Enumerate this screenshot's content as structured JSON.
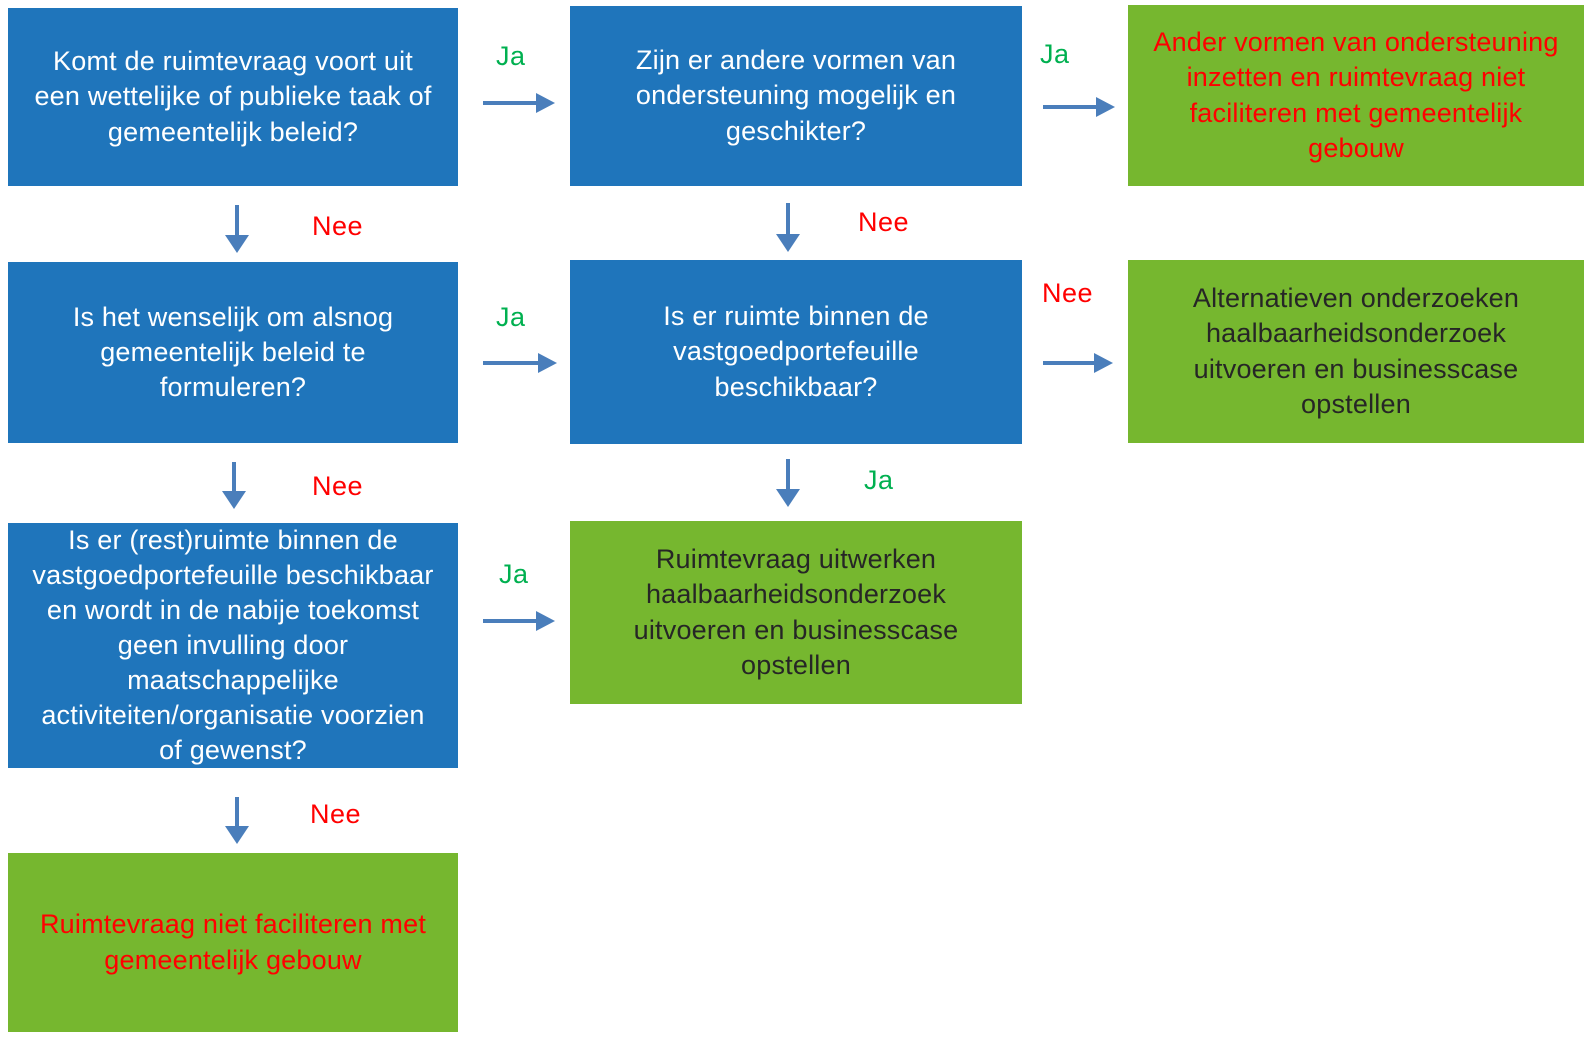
{
  "diagram": {
    "type": "flowchart",
    "language": "nl",
    "boxes": {
      "q1": {
        "text": "Komt de ruimtevraag voort uit een wettelijke of publieke taak of gemeentelijk beleid?",
        "kind": "question"
      },
      "q2": {
        "text": "Zijn er andere vormen van ondersteuning mogelijk en geschikter?",
        "kind": "question"
      },
      "r1": {
        "text": "Ander vormen van ondersteuning inzetten en ruimtevraag niet faciliteren met gemeentelijk gebouw",
        "kind": "outcome-negative"
      },
      "q3": {
        "text": "Is het wenselijk om alsnog gemeentelijk beleid te formuleren?",
        "kind": "question"
      },
      "q4": {
        "text": "Is er ruimte binnen de vastgoedportefeuille beschikbaar?",
        "kind": "question"
      },
      "r2": {
        "text": "Alternatieven onderzoeken haalbaarheidsonderzoek uitvoeren en businesscase opstellen",
        "kind": "outcome-neutral"
      },
      "q5": {
        "text": "Is er (rest)ruimte binnen de vastgoedportefeuille beschikbaar en wordt in de nabije toekomst geen invulling door maatschappelijke activiteiten/organisatie voorzien of gewenst?",
        "kind": "question"
      },
      "r3": {
        "text": "Ruimtevraag uitwerken haalbaarheidsonderzoek uitvoeren en businesscase opstellen",
        "kind": "outcome-neutral"
      },
      "r4": {
        "text": "Ruimtevraag niet faciliteren met gemeentelijk gebouw",
        "kind": "outcome-negative"
      }
    },
    "connectors": {
      "q1_q2": {
        "from": "q1",
        "to": "q2",
        "direction": "right",
        "label": "Ja"
      },
      "q2_r1": {
        "from": "q2",
        "to": "r1",
        "direction": "right",
        "label": "Ja"
      },
      "q1_q3": {
        "from": "q1",
        "to": "q3",
        "direction": "down",
        "label": "Nee"
      },
      "q2_q4": {
        "from": "q2",
        "to": "q4",
        "direction": "down",
        "label": "Nee"
      },
      "q3_q4": {
        "from": "q3",
        "to": "q4",
        "direction": "right",
        "label": "Ja"
      },
      "q4_r2": {
        "from": "q4",
        "to": "r2",
        "direction": "right",
        "label": "Nee"
      },
      "q3_q5": {
        "from": "q3",
        "to": "q5",
        "direction": "down",
        "label": "Nee"
      },
      "q4_r3": {
        "from": "q4",
        "to": "r3",
        "direction": "down",
        "label": "Ja"
      },
      "q5_r3": {
        "from": "q5",
        "to": "r3",
        "direction": "right",
        "label": "Ja"
      },
      "q5_r4": {
        "from": "q5",
        "to": "r4",
        "direction": "down",
        "label": "Nee"
      }
    },
    "colors": {
      "question_fill": "#1F75BB",
      "outcome_fill": "#76B72F",
      "question_text": "#FFFFFF",
      "outcome_text_negative": "#FF0000",
      "outcome_text_neutral": "#262626",
      "label_ja": "#00B050",
      "label_nee": "#FF0000",
      "arrow": "#4A7EBB",
      "background": "#FFFFFF"
    }
  }
}
